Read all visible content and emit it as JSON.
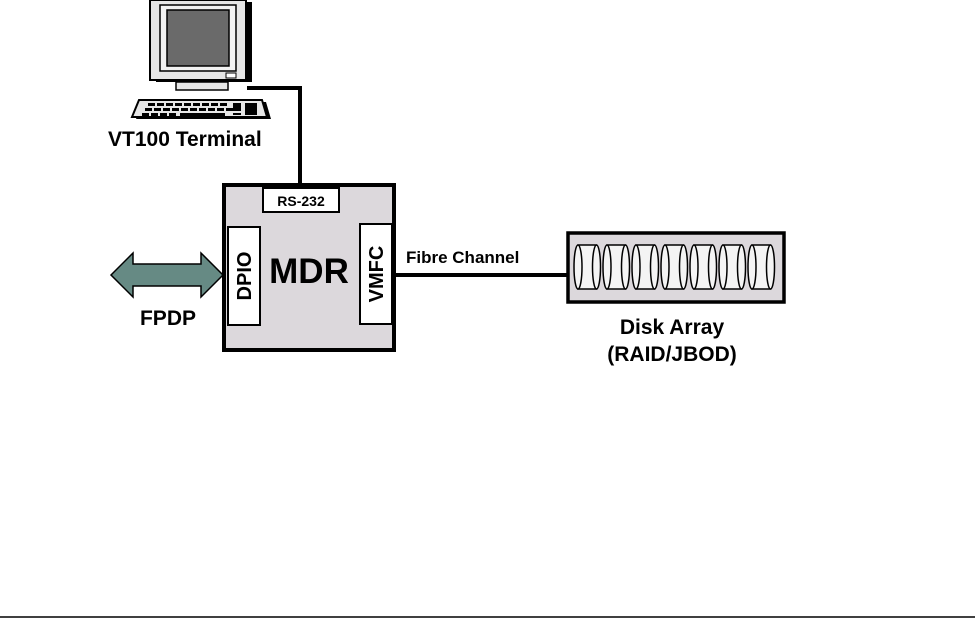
{
  "terminal": {
    "label": "VT100 Terminal"
  },
  "mdr": {
    "label": "MDR",
    "rs232_label": "RS-232",
    "dpio_label": "DPIO",
    "vmfc_label": "VMFC"
  },
  "fpdp": {
    "label": "FPDP"
  },
  "link": {
    "label": "Fibre Channel"
  },
  "disk_array": {
    "label_line1": "Disk Array",
    "label_line2": "(RAID/JBOD)",
    "disk_count": 7
  },
  "colors": {
    "mdr_fill": "#dcd8dc",
    "arrow_fill": "#668a84",
    "monitor_shell": "#e6e6e6",
    "monitor_screen": "#6a6a6a",
    "disk_array_fill": "#dcd8dc",
    "disk_fill": "#f4f4f4"
  }
}
